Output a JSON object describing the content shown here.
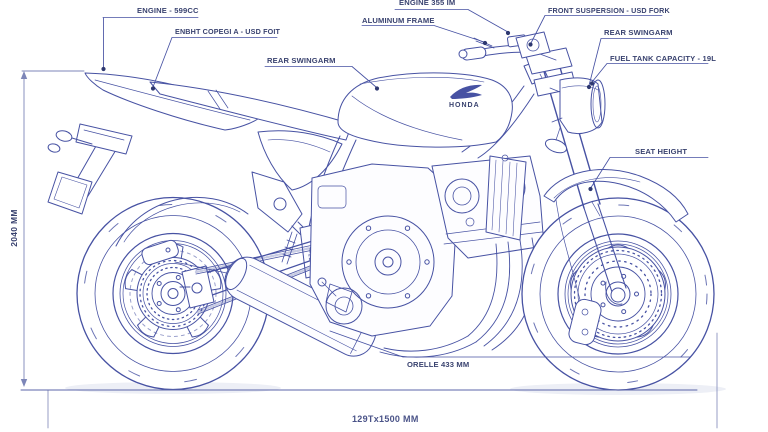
{
  "page": {
    "type": "motorcycle-technical-blueprint"
  },
  "colors": {
    "background": "#ffffff",
    "line": "#4752a3",
    "text": "#39426f",
    "soft_shadow": "#e9ebf4"
  },
  "callouts": [
    {
      "label": "ENGINE - 599CC"
    },
    {
      "label": "ENBHT COPEGI A - USD FOIT"
    },
    {
      "label": "ENGINE 355 IM"
    },
    {
      "label": "ALUMINUM FRAME"
    },
    {
      "label": "FRONT SUSPERSION - USD FORK"
    },
    {
      "label": "REAR SWINGARM"
    },
    {
      "label": "FUEL TANK CAPACITY - 19L"
    },
    {
      "label": "REAR SWINGARM"
    },
    {
      "label": "SEAT HEIGHT"
    }
  ],
  "dimensions": {
    "overall_height": "2040 MM",
    "clearance_label": "ORELLE 433 MM",
    "overall_length": "129Tx1500 MM"
  },
  "tank_badge": "HONDA"
}
